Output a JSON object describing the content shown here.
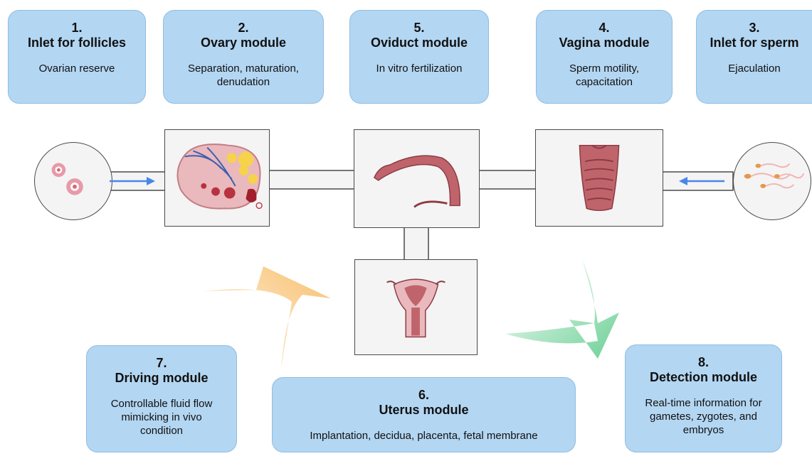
{
  "cards": {
    "inlet_follicles": {
      "num": "1.",
      "title": "Inlet for follicles",
      "desc": "Ovarian reserve"
    },
    "ovary": {
      "num": "2.",
      "title": "Ovary module",
      "desc": "Separation, maturation, denudation"
    },
    "oviduct": {
      "num": "5.",
      "title": "Oviduct module",
      "desc": "In vitro fertilization"
    },
    "vagina": {
      "num": "4.",
      "title": "Vagina module",
      "desc": "Sperm motility, capacitation"
    },
    "inlet_sperm": {
      "num": "3.",
      "title": "Inlet for sperm",
      "desc": "Ejaculation"
    },
    "driving": {
      "num": "7.",
      "title": "Driving module",
      "desc": "Controllable fluid flow mimicking in vivo condition"
    },
    "uterus": {
      "num": "6.",
      "title": "Uterus module",
      "desc": "Implantation, decidua, placenta, fetal membrane"
    },
    "detection": {
      "num": "8.",
      "title": "Detection module",
      "desc": "Real-time information for gametes, zygotes, and embryos"
    }
  },
  "colors": {
    "card_fill": "#b3d6f2",
    "card_border": "#8fbde3",
    "flow_arrow": "#4a86e8",
    "driving_arrow": "#f7b75a",
    "detection_arrow": "#5ccb8a",
    "tissue": "#c0646c"
  },
  "icons": [
    "follicle-icon",
    "ovary-icon",
    "oviduct-icon",
    "vagina-icon",
    "sperm-icon",
    "uterus-icon",
    "flow-arrow-icon"
  ]
}
